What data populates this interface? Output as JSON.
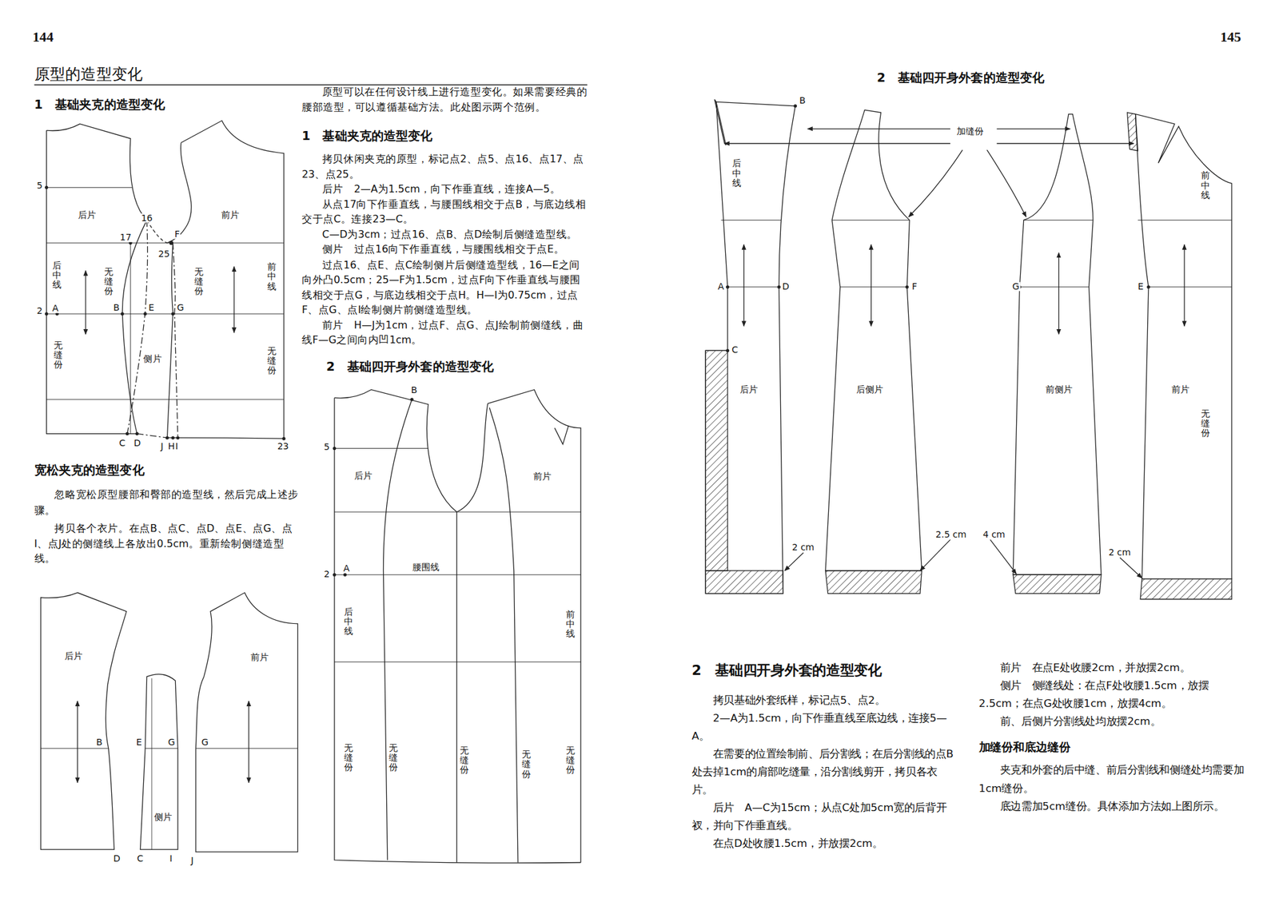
{
  "diagram": {
    "title": "原型的造型变化",
    "labels": [
      "144",
      "145",
      "1　基础夹克的造型变化",
      "原型可以在任何设计线上进行造型变化。如果需要经典的腰部造型，可以遵循基础方法。此处图示两个范例。",
      "1　基础夹克的造型变化",
      "拷贝休闲夹克的原型，标记点2、点5、点16、点17、点23、点25。",
      "后片　2—A为1.5cm，向下作垂直线，连接A—5。",
      "从点17向下作垂直线，与腰围线相交于点B，与底边线相交于点C。连接23—C。",
      "C—D为3cm；过点16、点B、点D绘制后侧缝造型线。",
      "侧片　过点16向下作垂直线，与腰围线相交于点E。",
      "过点16、点E、点C绘制侧片后侧缝造型线，16—E之间向外凸0.5cm；25—F为1.5cm，过点F向下作垂直线与腰围线相交于点G，与底边线相交于点H。H—I为0.75cm，过点F、点G、点I绘制侧片前侧缝造型线。",
      "前片　H—J为1cm，过点F、点G、点J绘制前侧缝线，曲线F—G之间向内凹1cm。",
      "2　基础四开身外套的造型变化",
      "宽松夹克的造型变化",
      "忽略宽松原型腰部和臀部的造型线，然后完成上述步骤。",
      "拷贝各个衣片。在点B、点C、点D、点E、点G、点I、点J处的侧缝线上各放出0.5cm。重新绘制侧缝造型线。",
      "2　基础四开身外套的造型变化",
      "2　基础四开身外套的造型变化",
      "拷贝基础外套纸样，标记点5、点2。",
      "2—A为1.5cm，向下作垂直线至底边线，连接5—A。",
      "在需要的位置绘制前、后分割线；在后分割线的点B处去掉1cm的肩部吃缝量，沿分割线剪开，拷贝各衣片。",
      "后片　A—C为15cm；从点C处加5cm宽的后背开衩，并向下作垂直线。",
      "在点D处收腰1.5cm，并放摆2cm。",
      "前片　在点E处收腰2cm，并放摆2cm。",
      "侧片　侧缝线处：在点F处收腰1.5cm，放摆2.5cm；在点G处收腰1cm，放摆4cm。",
      "前、后侧片分割线处均放摆2cm。",
      "加缝份和底边缝份",
      "夹克和外套的后中缝、前后分割线和侧缝处均需要加1cm缝份。",
      "底边需加5cm缝份。具体添加方法如上图所示。",
      "5",
      "后片",
      "前片",
      "16",
      "17",
      "F",
      "25",
      "后中线",
      "无缝份",
      "无缝份",
      "前中线",
      "2",
      "A",
      "B",
      "E",
      "G",
      "无缝份",
      "侧片",
      "无缝份",
      "C",
      "D",
      "J",
      "H",
      "I",
      "23",
      "后片",
      "前片",
      "B",
      "E",
      "G",
      "G",
      "侧片",
      "D",
      "C",
      "I",
      "J",
      "B",
      "5",
      "后片",
      "前片",
      "2",
      "A",
      "腰围线",
      "后中线",
      "前中线",
      "无缝份",
      "无缝份",
      "无缝份",
      "无缝份",
      "无缝份",
      "B",
      "加缝份",
      "后中线",
      "前中线",
      "A",
      "D",
      "F",
      "G",
      "E",
      "C",
      "后片",
      "后侧片",
      "前侧片",
      "前片",
      "无缝份",
      "2 cm",
      "2.5 cm",
      "4 cm",
      "2 cm"
    ]
  }
}
